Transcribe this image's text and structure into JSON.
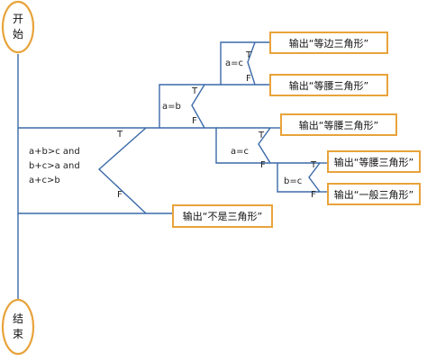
{
  "start": {
    "label_line1": "开",
    "label_line2": "始"
  },
  "end": {
    "label_line1": "结",
    "label_line2": "束"
  },
  "decisions": {
    "main": {
      "line1": "a+b>c   and",
      "line2": "b+c>a   and",
      "line3": "a+c>b",
      "true": "T",
      "false": "F"
    },
    "ab": {
      "condition": "a=b",
      "true": "T",
      "false": "F"
    },
    "ac_top": {
      "condition": "a=c",
      "true": "T",
      "false": "F"
    },
    "ac_bottom": {
      "condition": "a=c",
      "true": "T",
      "false": "F"
    },
    "bc": {
      "condition": "b=c",
      "true": "T",
      "false": "F"
    }
  },
  "outputs": {
    "o1": "输出“等边三角形”",
    "o2": "输出“等腰三角形”",
    "o3": "输出“等腰三角形”",
    "o4": "输出“等腰三角形”",
    "o5": "输出“一般三角形”",
    "o6": "输出“不是三角形”"
  }
}
